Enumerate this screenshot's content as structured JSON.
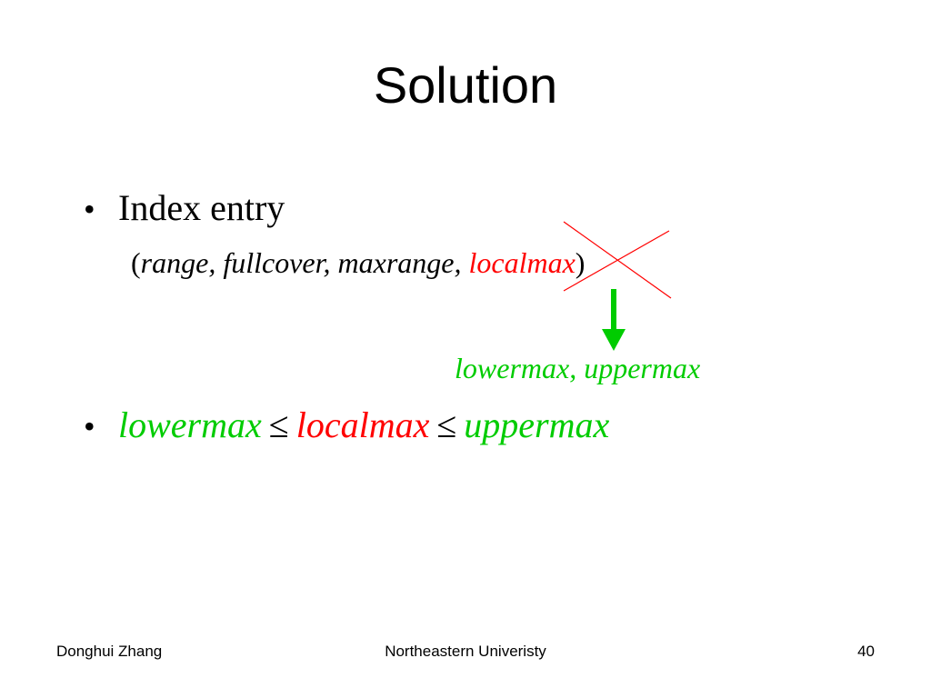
{
  "slide": {
    "title": "Solution",
    "bullets": [
      {
        "label": "Index entry",
        "entry": {
          "open": "(",
          "fields": "range, fullcover, maxrange, ",
          "crossed": "localmax",
          "close": ")"
        },
        "replacement": "lowermax, uppermax"
      },
      {
        "lower": "lowermax",
        "op1": "≤",
        "mid": "localmax",
        "op2": "≤",
        "upper": "uppermax"
      }
    ],
    "bullet_char": "•",
    "colors": {
      "green": "#00cc00",
      "red": "#ff0000",
      "text": "#000000"
    }
  },
  "footer": {
    "author": "Donghui Zhang",
    "institution": "Northeastern Univeristy",
    "page_number": "40"
  }
}
